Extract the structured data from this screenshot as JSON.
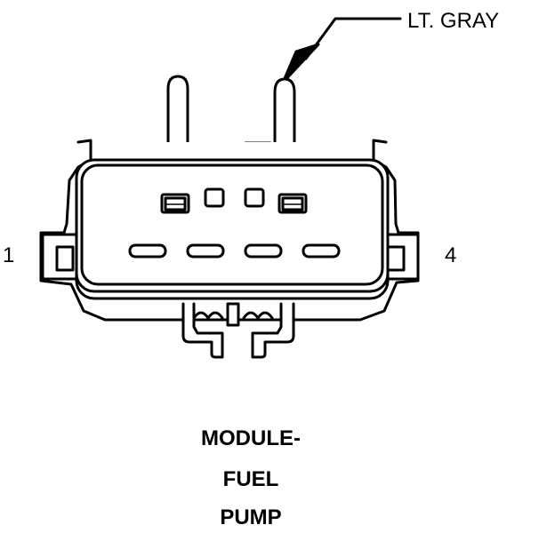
{
  "callout": {
    "text": "LT. GRAY"
  },
  "pins": {
    "left": "1",
    "right": "4"
  },
  "caption": {
    "line1": "MODULE-",
    "line2": "FUEL",
    "line3": "PUMP"
  },
  "colors": {
    "ink": "#000000",
    "background": "#ffffff"
  }
}
